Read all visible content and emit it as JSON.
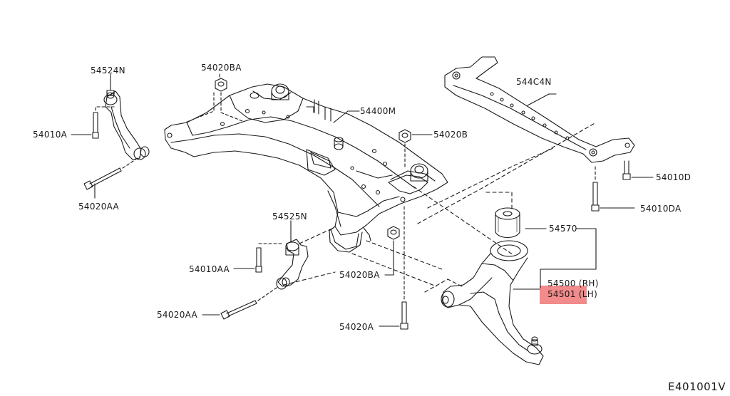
{
  "colors": {
    "line": "#1a1a1a",
    "highlight": "#f28b8b"
  },
  "callouts": {
    "p54524N": "54524N",
    "p54020BA_top": "54020BA",
    "p54400M": "54400M",
    "p544C4N": "544C4N",
    "p54010A": "54010A",
    "p54020B": "54020B",
    "p54010D": "54010D",
    "p54020AA_top": "54020AA",
    "p54010DA": "54010DA",
    "p54525N": "54525N",
    "p54570": "54570",
    "p54010AA": "54010AA",
    "p54020BA_mid": "54020BA",
    "p54500": "54500 (RH)",
    "p54501": "54501 (LH)",
    "p54020AA_bot": "54020AA",
    "p54020A": "54020A"
  },
  "diagram_code": "E401001V"
}
